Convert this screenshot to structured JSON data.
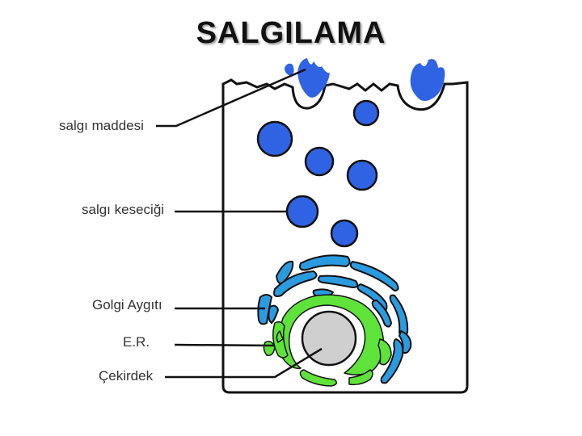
{
  "title": "SALGILAMA",
  "labels": {
    "secretion": "salgı maddesi",
    "vesicle": "salgı keseciği",
    "golgi": "Golgi Aygıtı",
    "er": "E.R.",
    "nucleus": "Çekirdek"
  },
  "colors": {
    "vesicle_blue": "#2f63e3",
    "golgi_blue": "#2b9be0",
    "er_green": "#5fe33a",
    "nucleus_gray": "#cfcfcf",
    "outline": "#111111"
  }
}
